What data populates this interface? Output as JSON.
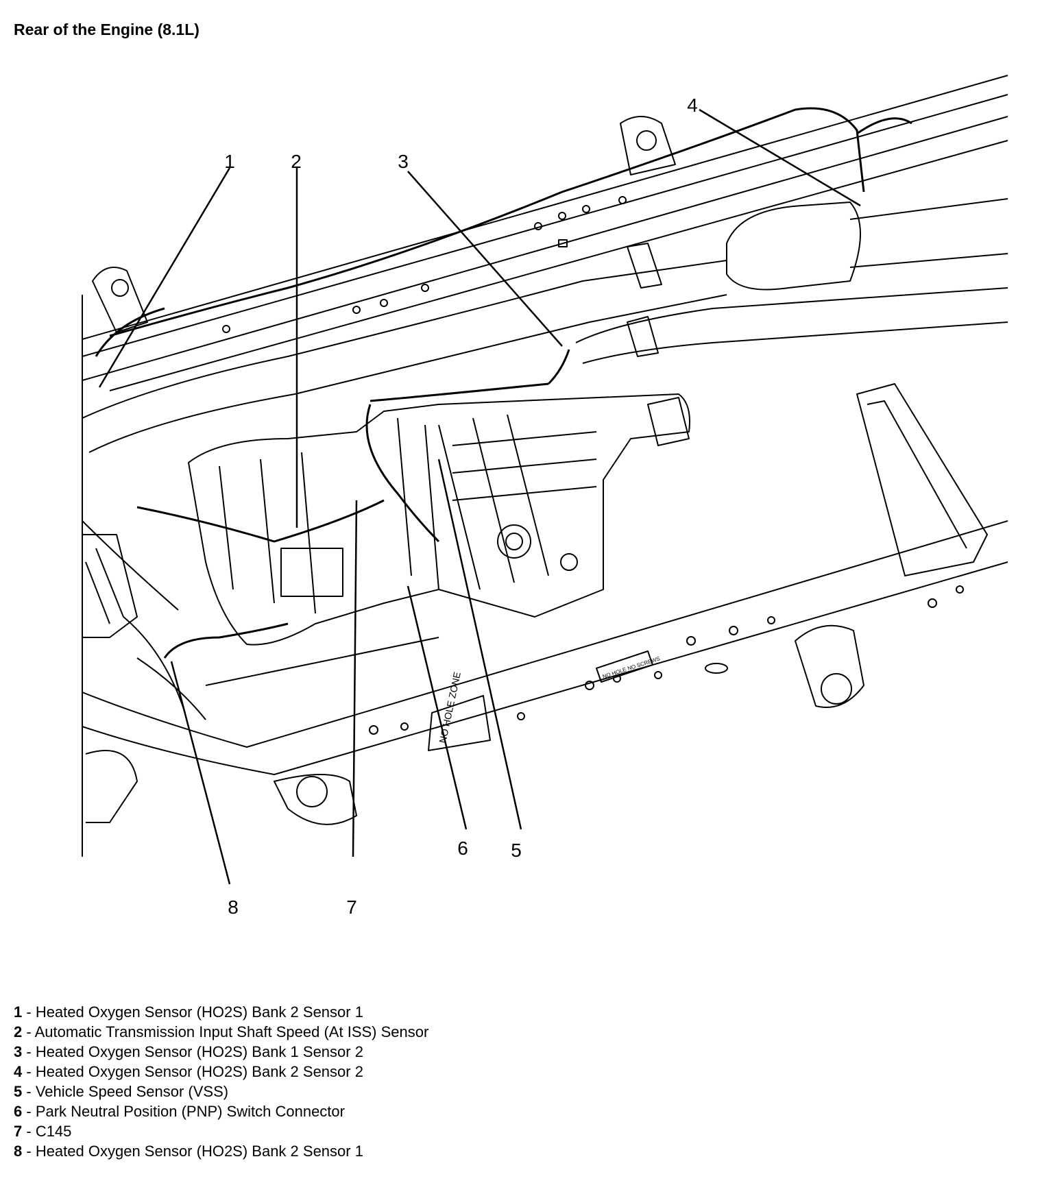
{
  "title": "Rear of the Engine (8.1L)",
  "callouts": [
    "1",
    "2",
    "3",
    "4",
    "5",
    "6",
    "7",
    "8"
  ],
  "stamp_small": "NO HOLE NO SCREWS",
  "stamp_zone": "NO HOLE ZONE",
  "legend": [
    {
      "num": "1",
      "sep": " - ",
      "label": "Heated Oxygen Sensor (HO2S) Bank 2 Sensor 1"
    },
    {
      "num": "2",
      "sep": " - ",
      "label": "Automatic Transmission Input Shaft Speed (At ISS) Sensor"
    },
    {
      "num": "3",
      "sep": " - ",
      "label": "Heated Oxygen Sensor (HO2S) Bank 1 Sensor 2"
    },
    {
      "num": "4",
      "sep": " - ",
      "label": "Heated Oxygen Sensor (HO2S) Bank 2 Sensor 2"
    },
    {
      "num": "5",
      "sep": " - ",
      "label": "Vehicle Speed Sensor (VSS)"
    },
    {
      "num": "6",
      "sep": " - ",
      "label": "Park Neutral Position (PNP) Switch Connector"
    },
    {
      "num": "7",
      "sep": " - ",
      "label": "C145"
    },
    {
      "num": "8",
      "sep": " - ",
      "label": "Heated Oxygen Sensor (HO2S) Bank 2 Sensor 1"
    }
  ]
}
